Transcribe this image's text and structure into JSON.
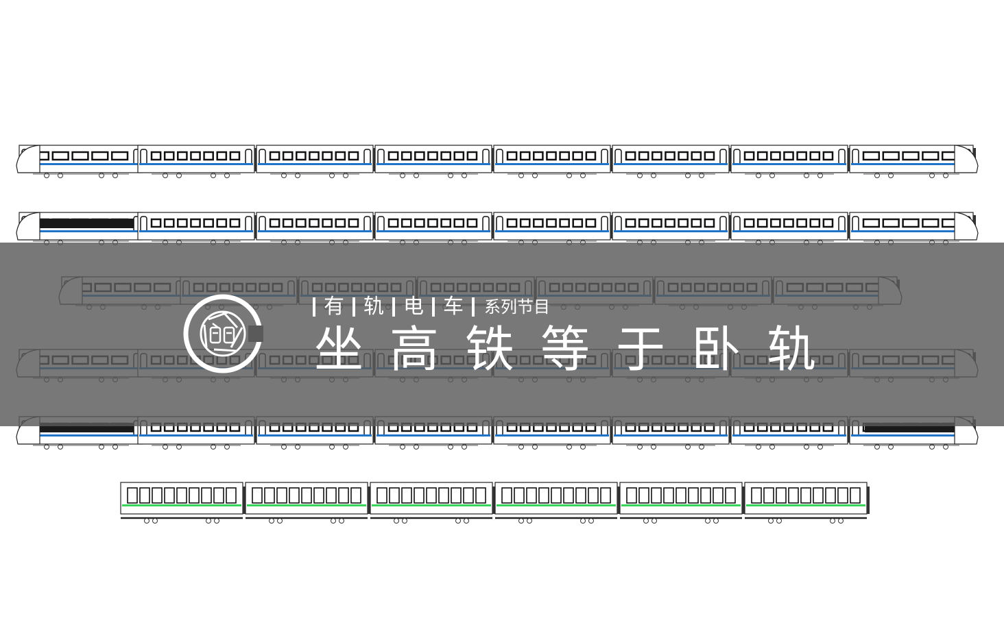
{
  "banner": {
    "series_words": [
      "有",
      "轨",
      "电",
      "车"
    ],
    "series_suffix": "系列节目",
    "headline": "坐高铁等于卧轨"
  },
  "colors": {
    "overlay": "#5a5a5a",
    "stripe_blue": "#1f73c8",
    "stripe_green": "#37d35a",
    "body_dark": "#1a1a1a",
    "text": "#ffffff"
  },
  "icons": [
    "camera-aperture-icon",
    "tram-icon",
    "bus-icon"
  ]
}
